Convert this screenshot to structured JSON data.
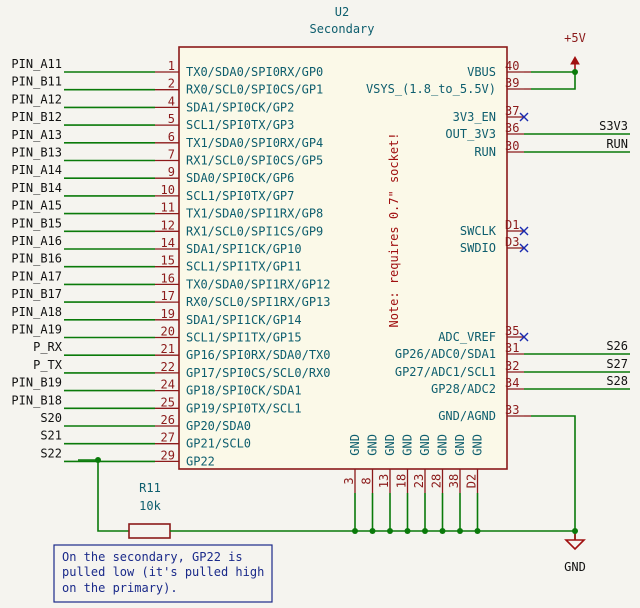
{
  "component": {
    "reference": "U2",
    "value": "Secondary",
    "note": "Note: requires 0.7\" socket!"
  },
  "left_pins": [
    {
      "num": "1",
      "name": "TX0/SDA0/SPI0RX/GP0",
      "net": "PIN_A11"
    },
    {
      "num": "2",
      "name": "RX0/SCL0/SPI0CS/GP1",
      "net": "PIN_B11"
    },
    {
      "num": "4",
      "name": "SDA1/SPI0CK/GP2",
      "net": "PIN_A12"
    },
    {
      "num": "5",
      "name": "SCL1/SPI0TX/GP3",
      "net": "PIN_B12"
    },
    {
      "num": "6",
      "name": "TX1/SDA0/SPI0RX/GP4",
      "net": "PIN_A13"
    },
    {
      "num": "7",
      "name": "RX1/SCL0/SPI0CS/GP5",
      "net": "PIN_B13"
    },
    {
      "num": "9",
      "name": "SDA0/SPI0CK/GP6",
      "net": "PIN_A14"
    },
    {
      "num": "10",
      "name": "SCL1/SPI0TX/GP7",
      "net": "PIN_B14"
    },
    {
      "num": "11",
      "name": "TX1/SDA0/SPI1RX/GP8",
      "net": "PIN_A15"
    },
    {
      "num": "12",
      "name": "RX1/SCL0/SPI1CS/GP9",
      "net": "PIN_B15"
    },
    {
      "num": "14",
      "name": "SDA1/SPI1CK/GP10",
      "net": "PIN_A16"
    },
    {
      "num": "15",
      "name": "SCL1/SPI1TX/GP11",
      "net": "PIN_B16"
    },
    {
      "num": "16",
      "name": "TX0/SDA0/SPI1RX/GP12",
      "net": "PIN_A17"
    },
    {
      "num": "17",
      "name": "RX0/SCL0/SPI1RX/GP13",
      "net": "PIN_B17"
    },
    {
      "num": "19",
      "name": "SDA1/SPI1CK/GP14",
      "net": "PIN_A18"
    },
    {
      "num": "20",
      "name": "SCL1/SPI1TX/GP15",
      "net": "PIN_A19"
    },
    {
      "num": "21",
      "name": "GP16/SPI0RX/SDA0/TX0",
      "net": "P_RX"
    },
    {
      "num": "22",
      "name": "GP17/SPI0CS/SCL0/RX0",
      "net": "P_TX"
    },
    {
      "num": "24",
      "name": "GP18/SPI0CK/SDA1",
      "net": "PIN_B19"
    },
    {
      "num": "25",
      "name": "GP19/SPI0TX/SCL1",
      "net": "PIN_B18"
    },
    {
      "num": "26",
      "name": "GP20/SDA0",
      "net": "S20"
    },
    {
      "num": "27",
      "name": "GP21/SCL0",
      "net": "S21"
    },
    {
      "num": "29",
      "name": "GP22",
      "net": "S22"
    }
  ],
  "right_pins": [
    {
      "num": "40",
      "name": "VBUS",
      "net": ""
    },
    {
      "num": "39",
      "name": "VSYS_(1.8_to_5.5V)",
      "net": ""
    },
    {
      "num": "37",
      "name": "3V3_EN",
      "net": ""
    },
    {
      "num": "36",
      "name": "OUT_3V3",
      "net": "S3V3"
    },
    {
      "num": "30",
      "name": "RUN",
      "net": "RUN"
    },
    {
      "num": "D1",
      "name": "SWCLK",
      "net": ""
    },
    {
      "num": "D3",
      "name": "SWDIO",
      "net": ""
    },
    {
      "num": "35",
      "name": "ADC_VREF",
      "net": ""
    },
    {
      "num": "31",
      "name": "GP26/ADC0/SDA1",
      "net": "S26"
    },
    {
      "num": "32",
      "name": "GP27/ADC1/SCL1",
      "net": "S27"
    },
    {
      "num": "34",
      "name": "GP28/ADC2",
      "net": "S28"
    },
    {
      "num": "33",
      "name": "GND/AGND",
      "net": ""
    }
  ],
  "bottom_pins": [
    {
      "num": "3",
      "name": "GND"
    },
    {
      "num": "8",
      "name": "GND"
    },
    {
      "num": "13",
      "name": "GND"
    },
    {
      "num": "18",
      "name": "GND"
    },
    {
      "num": "23",
      "name": "GND"
    },
    {
      "num": "28",
      "name": "GND"
    },
    {
      "num": "38",
      "name": "GND"
    },
    {
      "num": "D2",
      "name": "GND"
    }
  ],
  "resistor": {
    "reference": "R11",
    "value": "10k"
  },
  "power": {
    "supply": "+5V",
    "ground": "GND"
  },
  "comment": {
    "line1": "On the secondary, GP22 is",
    "line2": "pulled low (it's pulled high",
    "line3": "on the primary)."
  },
  "colors": {
    "wire": "#0a7a0a",
    "pin": "#8b1a1a",
    "pin_name": "#0e5e6e",
    "no_connect": "#1a2ab0",
    "note": "#a01010",
    "background": "#f5f4ef"
  }
}
